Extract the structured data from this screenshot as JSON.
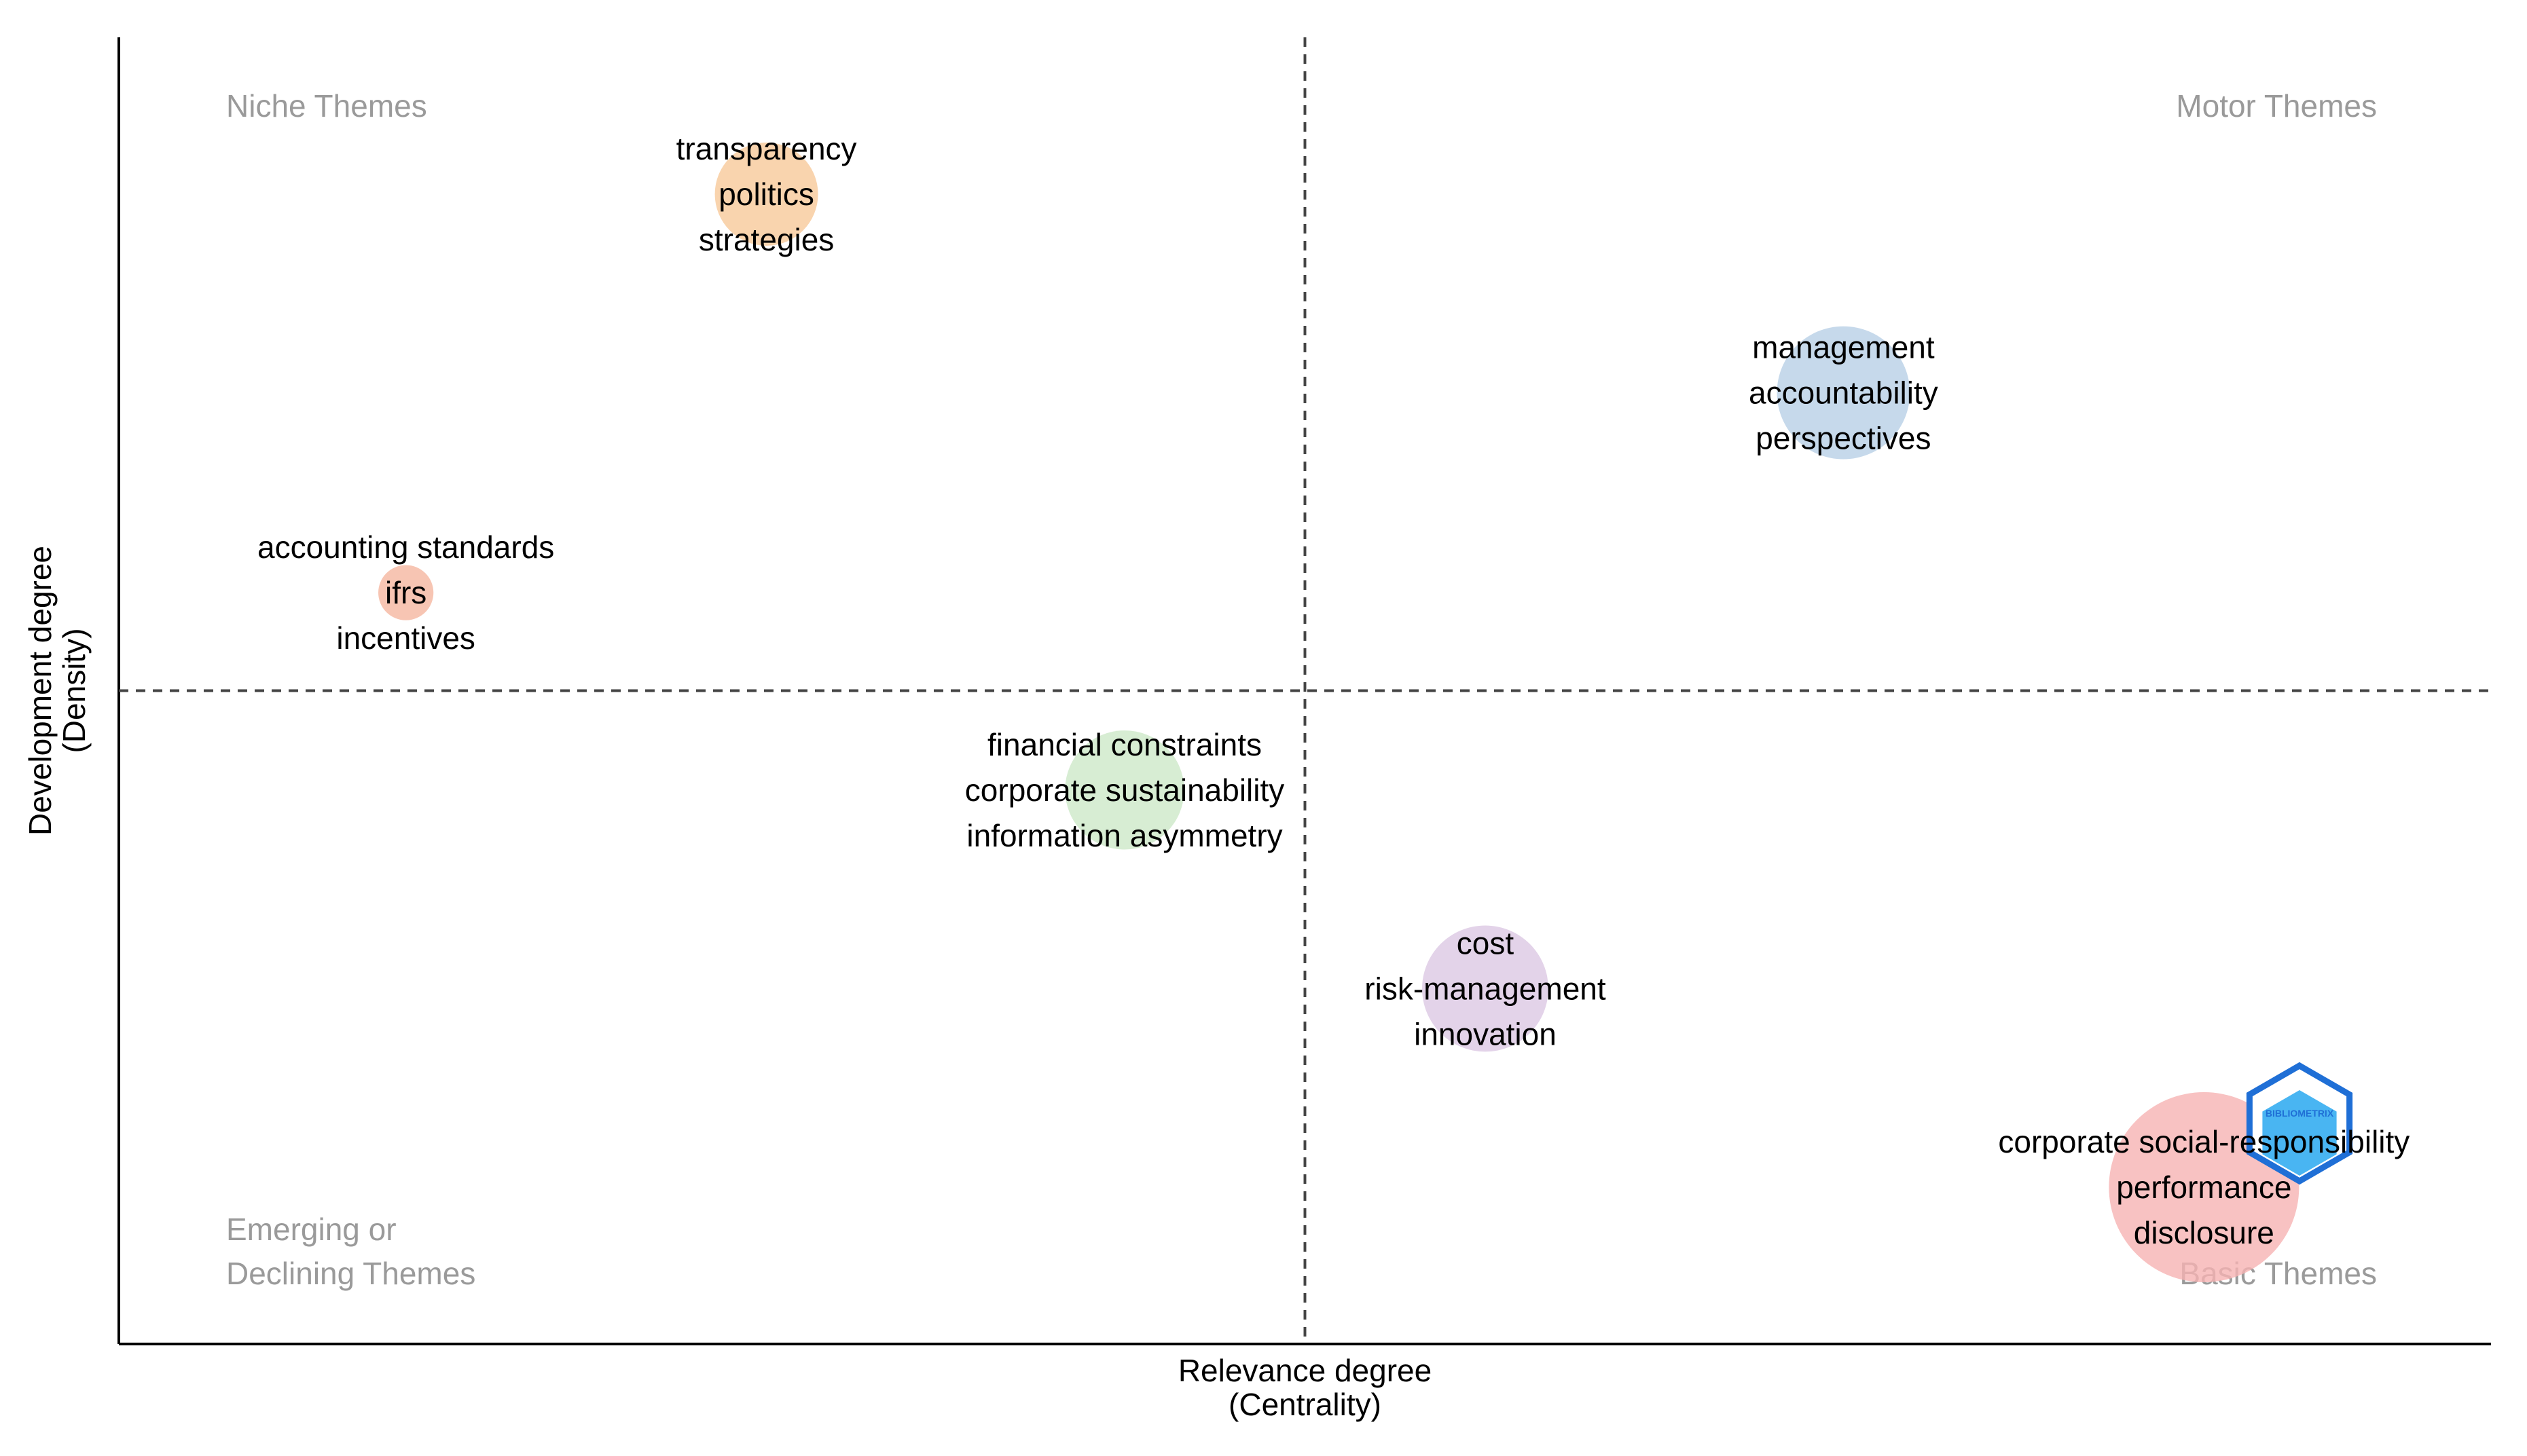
{
  "chart_data": {
    "type": "scatter",
    "title": "",
    "xlabel": [
      "Relevance degree",
      "(Centrality)"
    ],
    "ylabel": [
      "Development degree",
      "(Density)"
    ],
    "xlim": [
      0,
      1
    ],
    "ylim": [
      0,
      1
    ],
    "divider_x": 0.5,
    "divider_y": 0.5,
    "grid": false,
    "quadrant_labels": {
      "top_left": [
        "Niche Themes"
      ],
      "top_right": [
        "Motor Themes"
      ],
      "bottom_left": [
        "Emerging or",
        "Declining Themes"
      ],
      "bottom_right": [
        "Basic Themes"
      ]
    },
    "clusters": [
      {
        "x": 0.273,
        "y": 0.88,
        "size": 0.25,
        "color": "#f7c99a",
        "terms": [
          "transparency",
          "politics",
          "strategies"
        ]
      },
      {
        "x": 0.727,
        "y": 0.728,
        "size": 0.45,
        "color": "#b8cfe6",
        "terms": [
          "management",
          "accountability",
          "perspectives"
        ]
      },
      {
        "x": 0.121,
        "y": 0.575,
        "size": 0.05,
        "color": "#f5b7a0",
        "terms": [
          "accounting standards",
          "ifrs",
          "incentives"
        ]
      },
      {
        "x": 0.424,
        "y": 0.424,
        "size": 0.35,
        "color": "#cde8c8",
        "terms": [
          "financial constraints",
          "corporate sustainability",
          "information asymmetry"
        ]
      },
      {
        "x": 0.576,
        "y": 0.272,
        "size": 0.4,
        "color": "#dcc8e4",
        "terms": [
          "cost",
          "risk-management",
          "innovation"
        ]
      },
      {
        "x": 0.879,
        "y": 0.12,
        "size": 1.0,
        "color": "#f6b3b3",
        "terms": [
          "corporate social-responsibility",
          "performance",
          "disclosure"
        ]
      }
    ]
  },
  "colors": {
    "axis": "#000000",
    "divider": "#444444",
    "quadrant_label": "#9a9a9a",
    "logo_blue": "#1f6fd6",
    "logo_cyan": "#29a8f0"
  },
  "logo": {
    "icon": "bibliometrix-hexagon-icon",
    "text": "BIBLIOMETRIX"
  }
}
